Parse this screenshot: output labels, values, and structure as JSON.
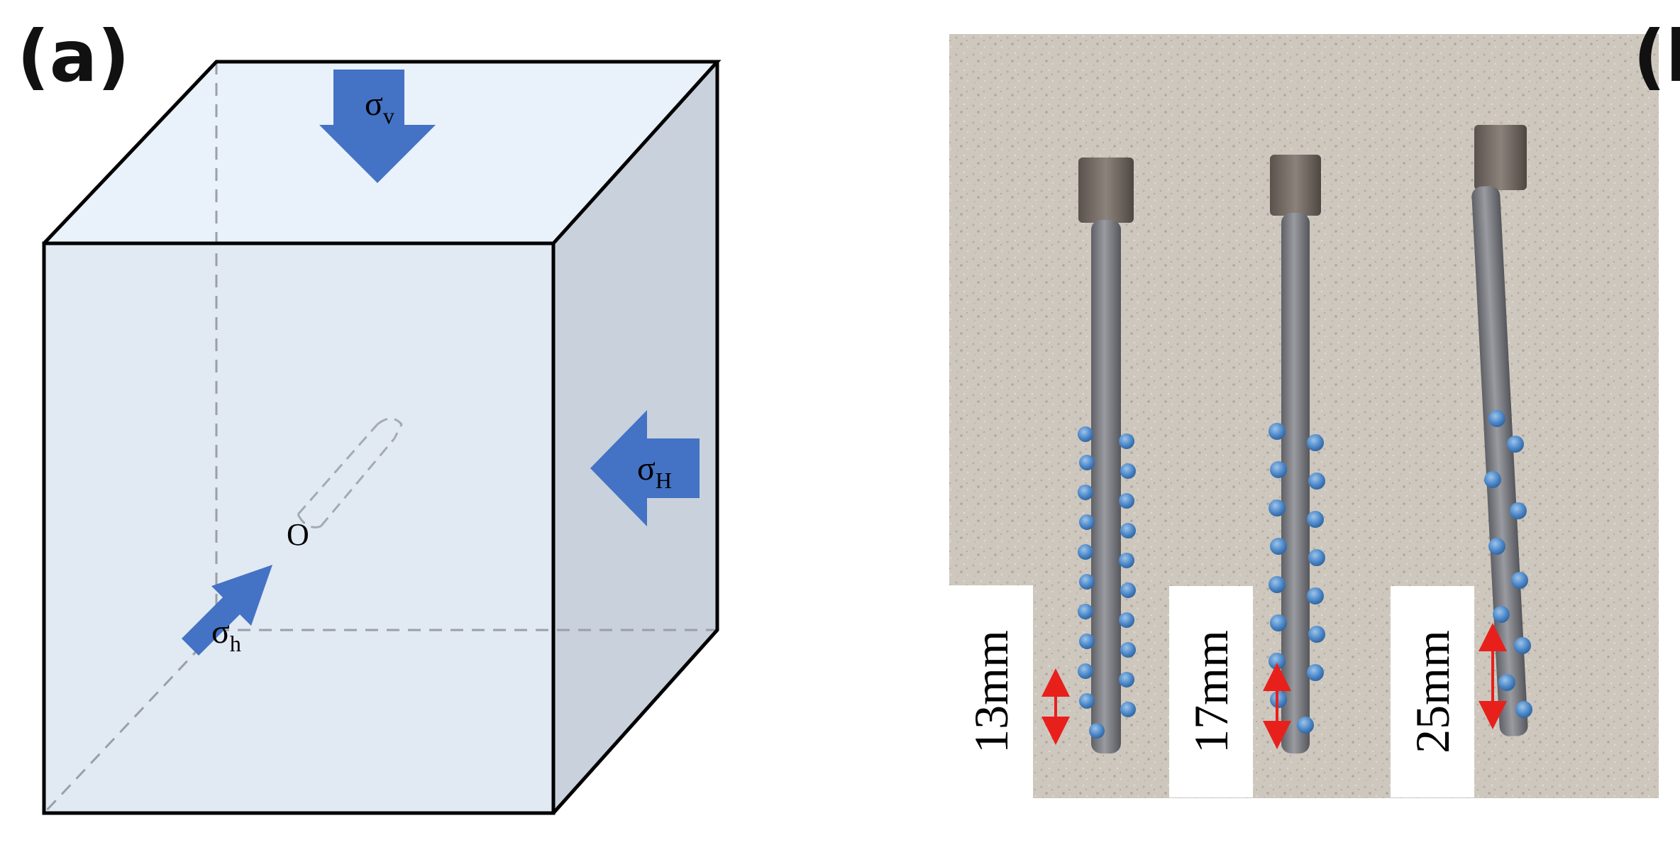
{
  "panel_a": {
    "label": "(a)",
    "origin_label": "O",
    "stresses": {
      "vertical": {
        "symbol": "σ",
        "subscript": "v"
      },
      "max_horizontal": {
        "symbol": "σ",
        "subscript": "H"
      },
      "min_horizontal": {
        "symbol": "σ",
        "subscript": "h"
      }
    },
    "colors": {
      "arrow": "#4472c4",
      "top_face": "#e9f1fa",
      "front_face": "#e1e9f3",
      "side_face": "#c9d1dc",
      "hidden_edge": "#9aa0a8"
    }
  },
  "panel_b": {
    "label": "(b)",
    "bolts": [
      {
        "spacing_label": "13mm"
      },
      {
        "spacing_label": "17mm"
      },
      {
        "spacing_label": "25mm"
      }
    ],
    "colors": {
      "background": "#cfc9c0",
      "measure_arrow": "#e8201c",
      "blue_marks": "#4a86c8"
    }
  }
}
